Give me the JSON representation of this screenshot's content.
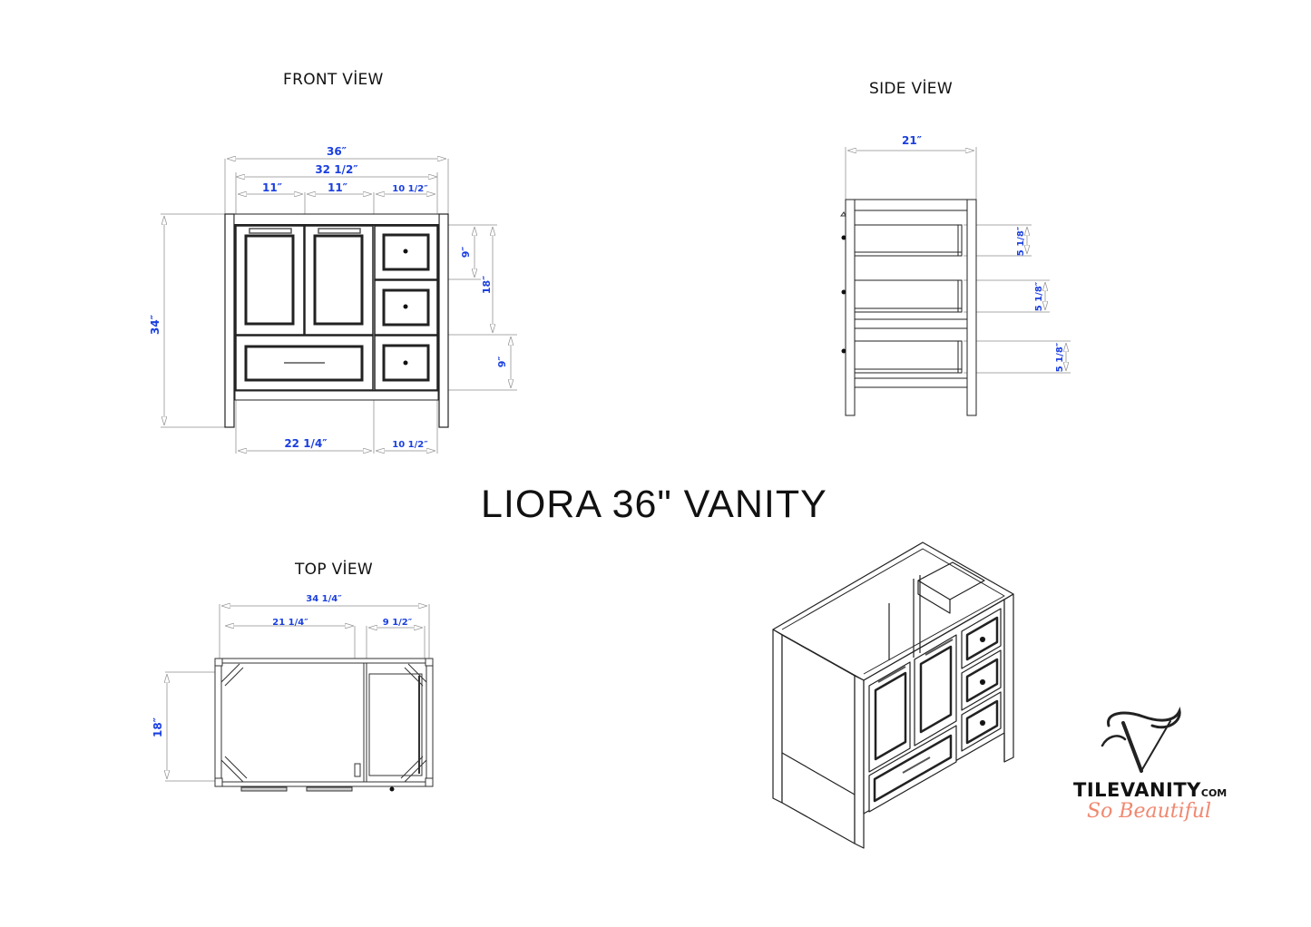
{
  "title": "LIORA 36\" VANITY",
  "views": {
    "front": {
      "title": "FRONT VİEW",
      "dimensions": {
        "overall_width": "36″",
        "inner_width": "32 1/2″",
        "door_left_width": "11″",
        "door_right_width": "11″",
        "drawer_col_width_top": "10 1/2″",
        "height": "34″",
        "top_drawer_height": "9″",
        "doors_height": "18″",
        "bottom_drawer_height": "9″",
        "bottom_left_width": "22 1/4″",
        "drawer_col_width_bottom": "10 1/2″"
      }
    },
    "side": {
      "title": "SIDE VİEW",
      "dimensions": {
        "depth": "21″",
        "drawer1_height": "5 1/8″",
        "drawer2_height": "5 1/8″",
        "drawer3_height": "5 1/8″"
      }
    },
    "top": {
      "title": "TOP VİEW",
      "dimensions": {
        "overall_width": "34 1/4″",
        "left_opening": "21 1/4″",
        "right_opening": "9 1/2″",
        "depth": "18″"
      }
    },
    "isometric": {
      "title": ""
    }
  },
  "logo": {
    "brand": "TILEVANITY",
    "suffix": "COM",
    "tagline": "So Beautiful",
    "monogram": "TV"
  },
  "colors": {
    "dimension_text": "#1a3fe0",
    "tagline": "#f08870",
    "line": "#111111",
    "dim_line": "#9a9a9a"
  }
}
